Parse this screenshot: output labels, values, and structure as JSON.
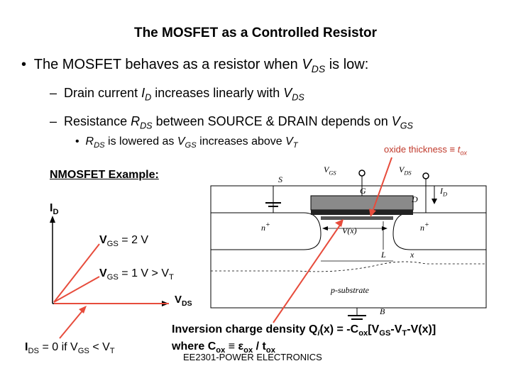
{
  "title": "The MOSFET as a Controlled Resistor",
  "bullet1": {
    "mark": "•",
    "a": "The MOSFET behaves as a resistor when ",
    "v": "V",
    "sub": "DS",
    "b": " is low:"
  },
  "bullet2": {
    "dash": "–",
    "a": "Drain current ",
    "i": "I",
    "isub": "D",
    "b": " increases linearly with ",
    "v": "V",
    "vsub": "DS"
  },
  "bullet3": {
    "dash": "–",
    "a": "Resistance ",
    "r": "R",
    "rsub": "DS",
    "b": " between SOURCE & DRAIN depends on ",
    "v": "V",
    "vsub": "GS"
  },
  "bullet4": {
    "mark": "•",
    "r": "R",
    "rsub": "DS",
    "a": " is lowered as ",
    "v": "V",
    "vsub": "GS",
    "b": " increases above ",
    "t": "V",
    "tsub": "T"
  },
  "oxide_note": {
    "a": "oxide thickness ≡ ",
    "t": "t",
    "tsub": "ox"
  },
  "example_title": "NMOSFET Example",
  "example_colon": ":",
  "plot": {
    "ylabel": "I",
    "ylabel_sub": "D",
    "xlabel": "V",
    "xlabel_sub": "DS",
    "line1": {
      "v": "V",
      "sub": "GS",
      "text": " = 2 V"
    },
    "line2": {
      "v": "V",
      "sub": "GS",
      "text": " = 1 V > V",
      "tsub": "T"
    },
    "line0": {
      "i": "I",
      "isub": "DS",
      "a": " = 0 if V",
      "vsub": "GS",
      "b": " < V",
      "tsub": "T"
    }
  },
  "inversion": {
    "a": "Inversion charge density Q",
    "qsub": "i",
    "b": "(x) = -C",
    "csub": "ox",
    "c": "[V",
    "c_sub": "GS",
    "d": "-V",
    "d_sub": "T",
    "e": "-V(x)]",
    "where": "where C",
    "wsub": "ox",
    "eq": " ≡ ε",
    "esub": "ox",
    "div": " / t",
    "tsub": "ox"
  },
  "device_labels": {
    "vgs": "V",
    "vgs_sub": "GS",
    "vds": "V",
    "vds_sub": "DS",
    "s": "S",
    "g": "G",
    "d": "D",
    "id": "I",
    "id_sub": "D",
    "np": "n",
    "np_sup": "+",
    "vx": "V(x)",
    "l": "L",
    "x": "x",
    "sub_label": "p-substrate",
    "b": "B"
  },
  "footer": "EE2301-POWER ELECTRONICS",
  "colors": {
    "text": "#000000",
    "note": "#c0392b",
    "arrow": "#e74c3c",
    "gate": "#8a8a8a",
    "oxide": "#222222"
  }
}
